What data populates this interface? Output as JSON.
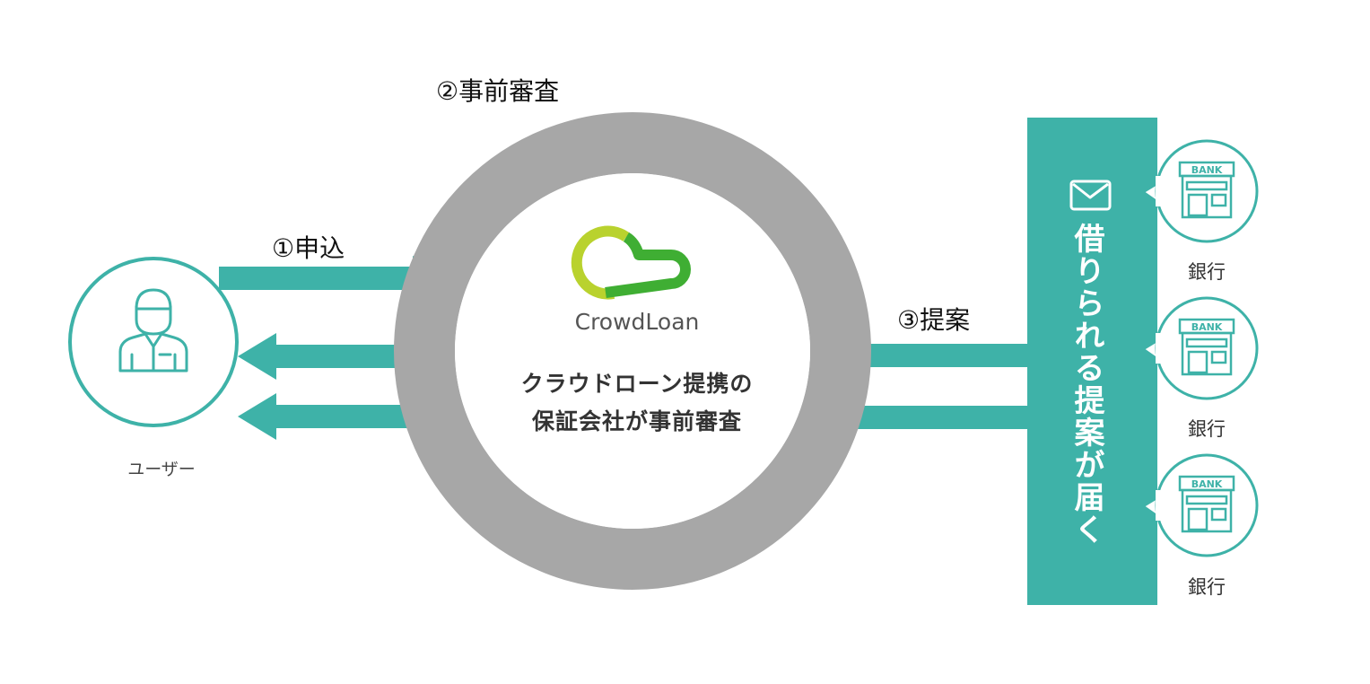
{
  "steps": {
    "apply": "①申込",
    "pre_screening": "②事前審査",
    "proposal": "③提案"
  },
  "center": {
    "brand": "CrowdLoan",
    "line1": "クラウドローン提携の",
    "line2": "保証会社が事前審査"
  },
  "user": {
    "label": "ユーザー"
  },
  "banner": {
    "text": "借りられる提案が届く"
  },
  "banks": [
    {
      "label": "銀行",
      "sign": "BANK"
    },
    {
      "label": "銀行",
      "sign": "BANK"
    },
    {
      "label": "銀行",
      "sign": "BANK"
    }
  ],
  "colors": {
    "teal": "#3eb2a8",
    "ring_gray": "#a7a7a7",
    "logo_light_green": "#b9d22e",
    "logo_dark_green": "#3fae33"
  }
}
